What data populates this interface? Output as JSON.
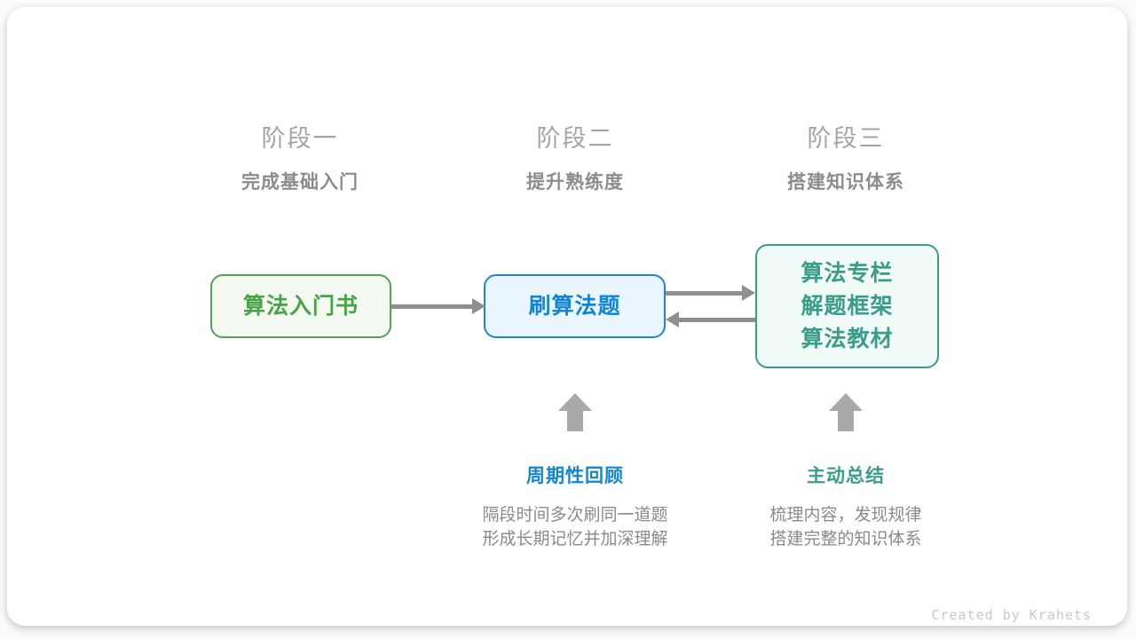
{
  "stages": [
    {
      "title": "阶段一",
      "subtitle": "完成基础入门"
    },
    {
      "title": "阶段二",
      "subtitle": "提升熟练度"
    },
    {
      "title": "阶段三",
      "subtitle": "搭建知识体系"
    }
  ],
  "boxes": [
    {
      "lines": [
        "算法入门书"
      ]
    },
    {
      "lines": [
        "刷算法题"
      ]
    },
    {
      "lines": [
        "算法专栏",
        "解题框架",
        "算法教材"
      ]
    }
  ],
  "annotations": [
    {
      "label": "周期性回顾",
      "desc_lines": [
        "隔段时间多次刷同一道题",
        "形成长期记忆并加深理解"
      ]
    },
    {
      "label": "主动总结",
      "desc_lines": [
        "梳理内容，发现规律",
        "搭建完整的知识体系"
      ]
    }
  ],
  "footer": {
    "credit": "Created by Krahets"
  },
  "colors": {
    "green_border": "#55a255",
    "green_fill": "#f3f9f1",
    "green_text": "#47a347",
    "blue_border": "#1b85dc",
    "blue_fill": "#ebf5fd",
    "blue_text": "#1385d8",
    "teal_border": "#3a9d8a",
    "teal_fill": "#f0faf6",
    "teal_text": "#3a9d8a",
    "arrow": "#8f8f8f",
    "block_arrow": "#a9a9a9",
    "stage_title": "#a4a4a4",
    "stage_subtitle": "#8c8c8c",
    "annotation_blue": "#1287d1",
    "annotation_teal": "#3a9d8a",
    "desc_text": "#8a8a8a",
    "credit_text": "#c8c8c8"
  }
}
